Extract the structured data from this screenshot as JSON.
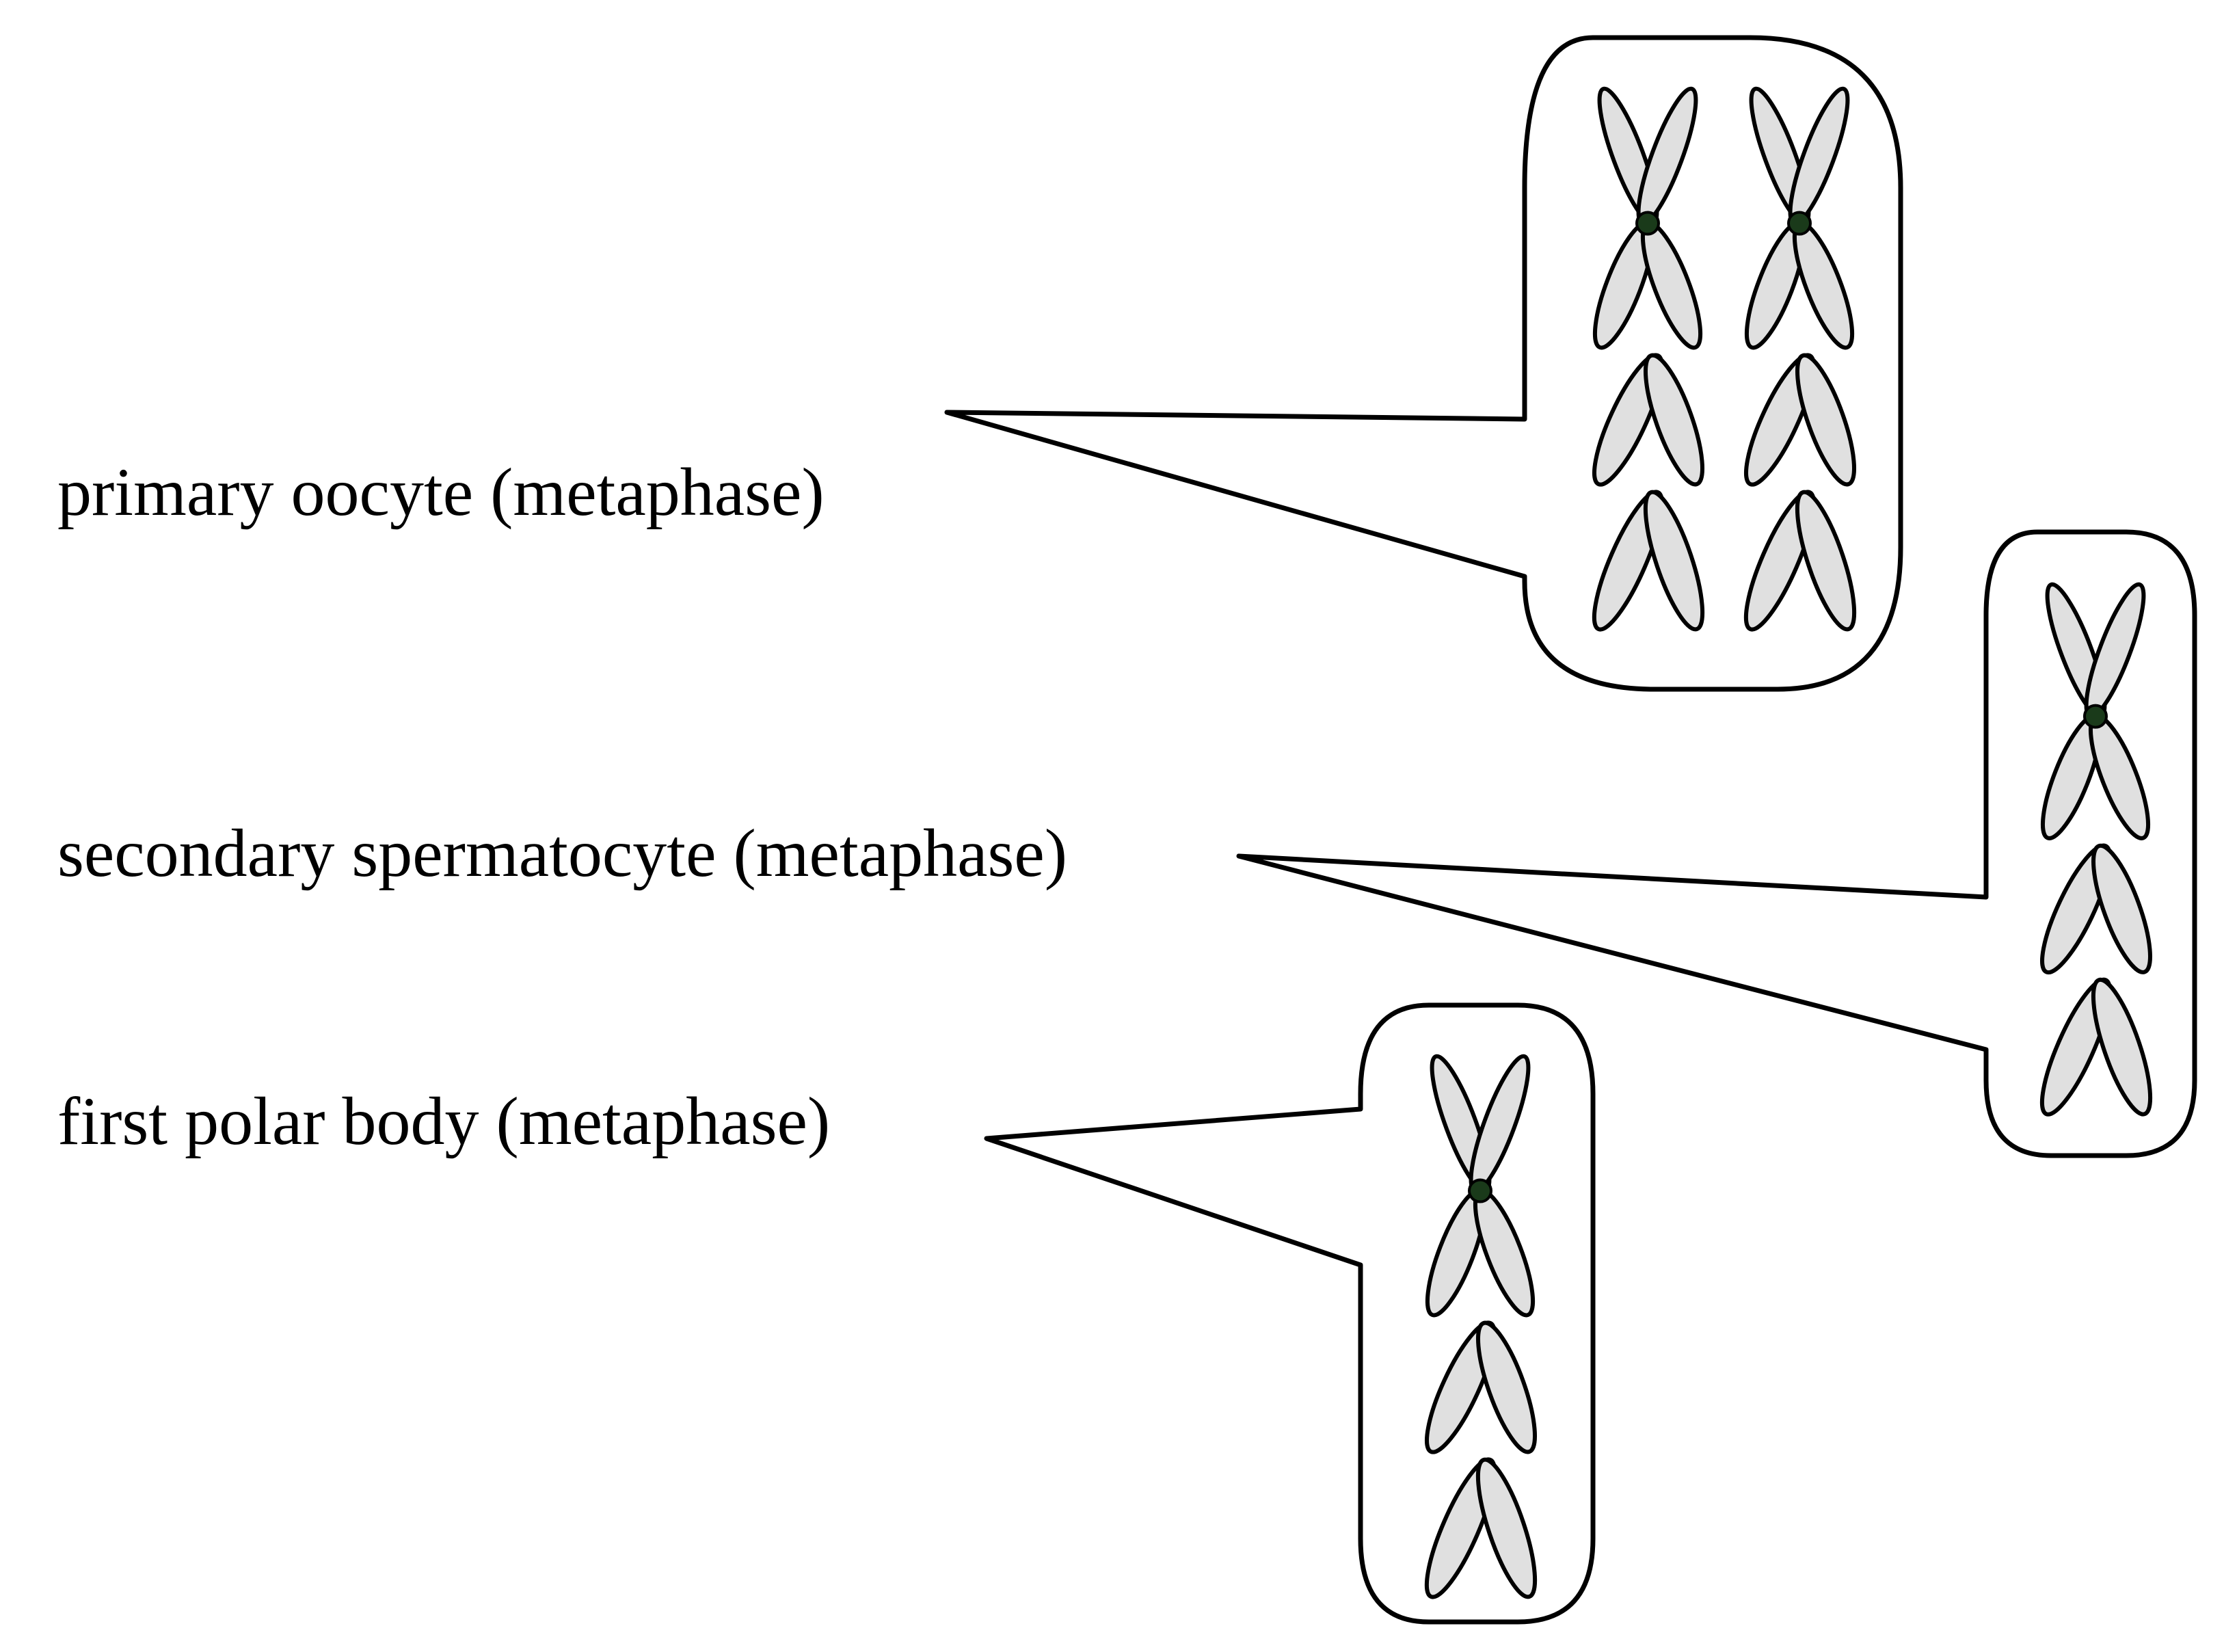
{
  "labels": {
    "primary_oocyte": "primary oocyte (metaphase)",
    "secondary_spermatocyte": "secondary spermatocyte (metaphase)",
    "first_polar_body": "first polar body (metaphase)"
  },
  "colors": {
    "stroke": "#000000",
    "chromatid_fill": "#e0e0e0",
    "chromatid_highlight": "#f4f4f4",
    "centromere": "#1a3a1a",
    "background": "#ffffff"
  },
  "callouts": {
    "primary_oocyte": {
      "chromosome_columns": 2,
      "chromosomes_per_column": [
        "large-x",
        "medium-v",
        "small-v"
      ]
    },
    "secondary_spermatocyte": {
      "chromosome_columns": 1,
      "chromosomes_per_column": [
        "large-x",
        "medium-v",
        "small-v"
      ]
    },
    "first_polar_body": {
      "chromosome_columns": 1,
      "chromosomes_per_column": [
        "large-x",
        "medium-v",
        "small-v"
      ]
    }
  }
}
